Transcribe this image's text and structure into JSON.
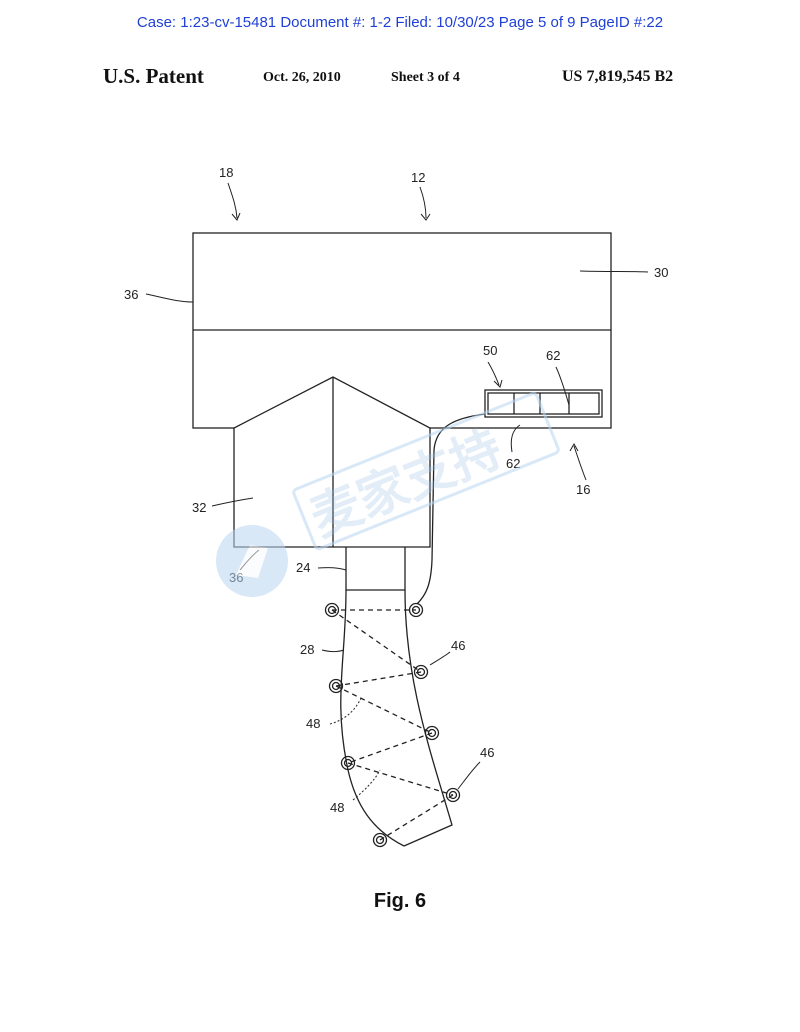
{
  "case_header": "Case: 1:23-cv-15481 Document #: 1-2 Filed: 10/30/23 Page 5 of 9 PageID #:22",
  "patent_header": {
    "title": "U.S. Patent",
    "date": "Oct. 26, 2010",
    "sheet": "Sheet 3 of 4",
    "number": "US 7,819,545 B2"
  },
  "figure": {
    "caption": "Fig. 6",
    "refs": {
      "r18": "18",
      "r12": "12",
      "r30": "30",
      "r36_top": "36",
      "r50": "50",
      "r62_a": "62",
      "r62_b": "62",
      "r16": "16",
      "r32": "32",
      "r36_bottom": "36",
      "r24": "24",
      "r28": "28",
      "r46_a": "46",
      "r48_a": "48",
      "r46_b": "46",
      "r48_b": "48"
    }
  },
  "watermark": {
    "text": "麦家支持",
    "color": "#9ec4ea"
  }
}
